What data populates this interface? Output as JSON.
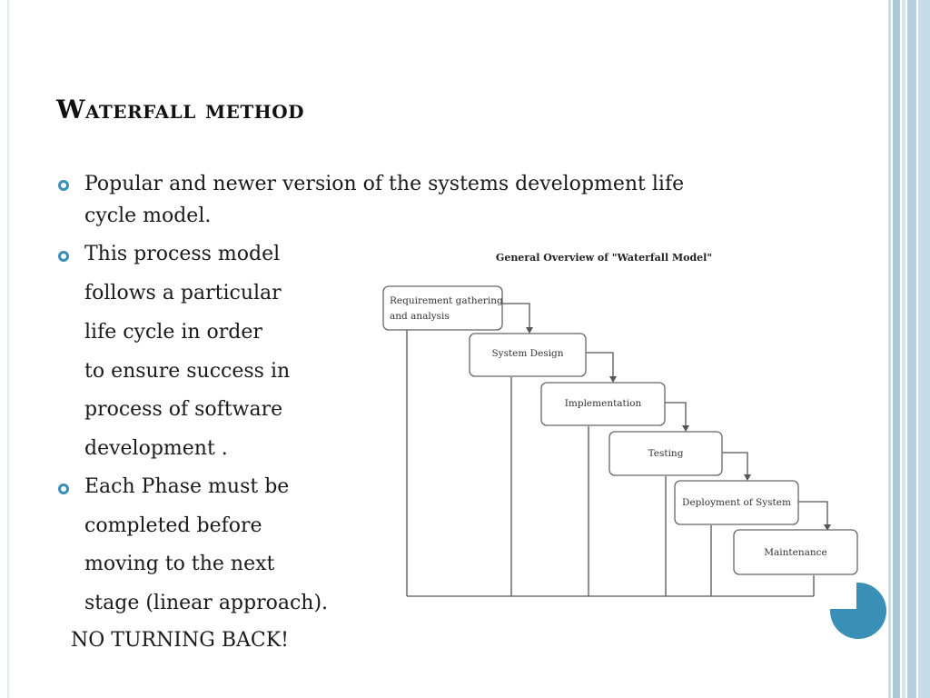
{
  "slide": {
    "title": "Waterfall method",
    "bullets": [
      {
        "lines": [
          "Popular and newer version of the systems development life",
          "cycle model."
        ]
      },
      {
        "lines": [
          "This process model",
          "follows a particular",
          "life cycle in order",
          "to ensure success in",
          "process of software",
          "development ."
        ]
      },
      {
        "lines": [
          "Each Phase must be",
          "completed before",
          "moving to the next",
          "stage (linear approach)."
        ]
      }
    ],
    "closing": "NO TURNING BACK!"
  },
  "diagram": {
    "title": "General Overview of \"Waterfall Model\"",
    "phases": [
      "Requirement gathering and analysis",
      "System Design",
      "Implementation",
      "Testing",
      "Deployment of System",
      "Maintenance"
    ]
  },
  "theme": {
    "accent": "#3a8fb7",
    "frame_colors": [
      "#d7e6ef",
      "#9fc2d6",
      "#b9d3e2"
    ]
  }
}
